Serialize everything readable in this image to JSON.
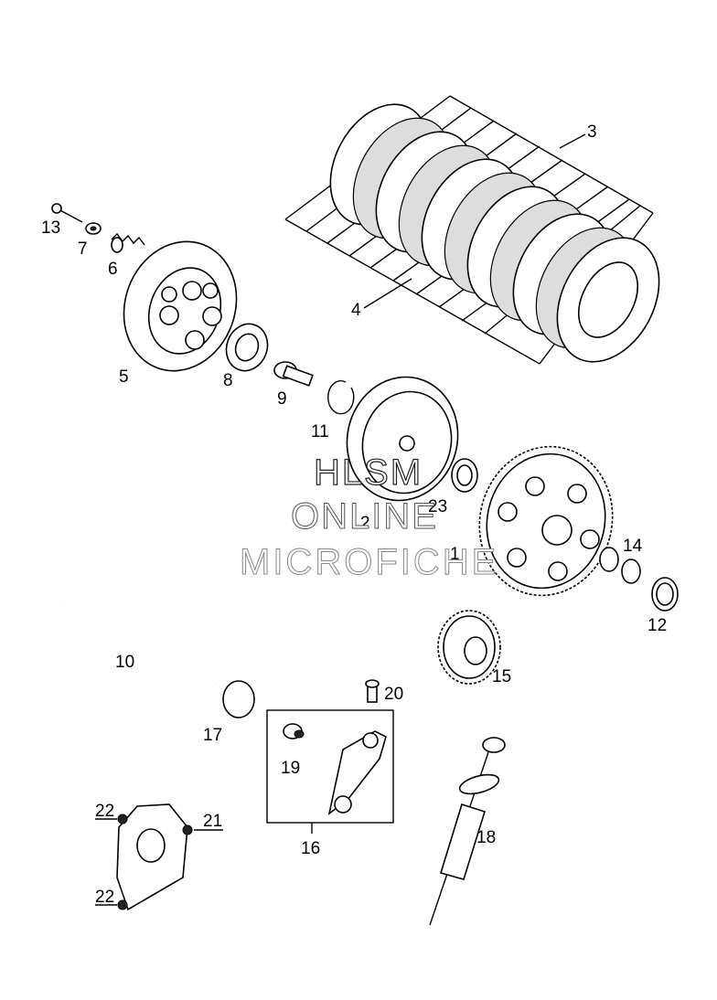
{
  "watermark": {
    "line1": "HLSM",
    "line2": "ONLINE",
    "line3": "MICROFICHE"
  },
  "callouts": [
    {
      "id": "p1",
      "label": "1"
    },
    {
      "id": "p2",
      "label": "2"
    },
    {
      "id": "p3",
      "label": "3"
    },
    {
      "id": "p4",
      "label": "4"
    },
    {
      "id": "p5",
      "label": "5"
    },
    {
      "id": "p6",
      "label": "6"
    },
    {
      "id": "p7",
      "label": "7"
    },
    {
      "id": "p8",
      "label": "8"
    },
    {
      "id": "p9",
      "label": "9"
    },
    {
      "id": "p10",
      "label": "10"
    },
    {
      "id": "p11",
      "label": "11"
    },
    {
      "id": "p12",
      "label": "12"
    },
    {
      "id": "p13",
      "label": "13"
    },
    {
      "id": "p14",
      "label": "14"
    },
    {
      "id": "p15",
      "label": "15"
    },
    {
      "id": "p16",
      "label": "16"
    },
    {
      "id": "p17",
      "label": "17"
    },
    {
      "id": "p18",
      "label": "18"
    },
    {
      "id": "p19",
      "label": "19"
    },
    {
      "id": "p20",
      "label": "20"
    },
    {
      "id": "p21",
      "label": "21"
    },
    {
      "id": "p22a",
      "label": "22"
    },
    {
      "id": "p22b",
      "label": "22"
    },
    {
      "id": "p23",
      "label": "23"
    }
  ]
}
